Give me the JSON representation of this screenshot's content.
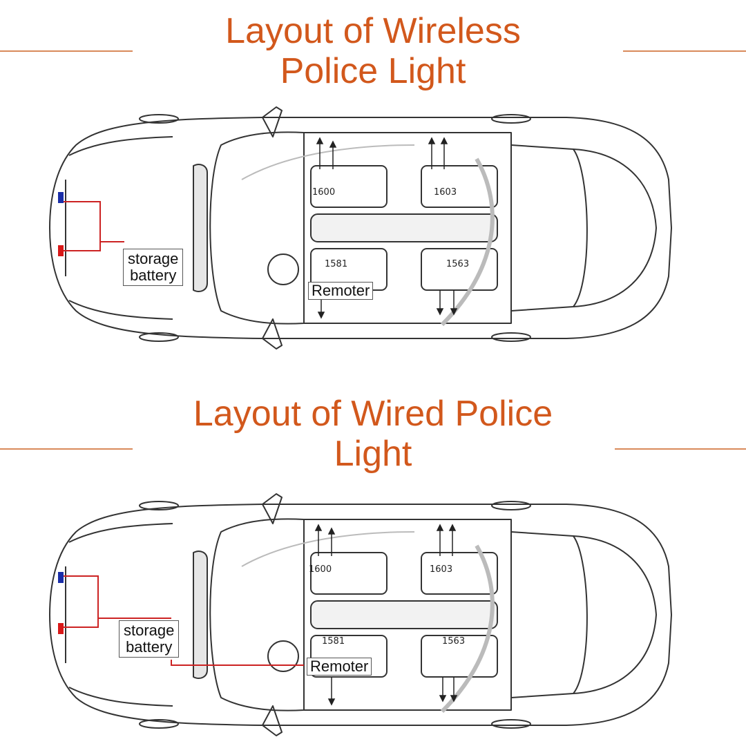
{
  "wireless": {
    "title_line1": "Layout of Wireless",
    "title_line2": "Police Light",
    "storage_line1": "storage",
    "storage_line2": "battery",
    "remoter": "Remoter",
    "seats": [
      "1600",
      "1603",
      "1581",
      "1563"
    ]
  },
  "wired": {
    "title_line1": "Layout of Wired Police",
    "title_line2": "Light",
    "storage_line1": "storage",
    "storage_line2": "battery",
    "remoter": "Remoter",
    "seats": [
      "1600",
      "1603",
      "1581",
      "1563"
    ]
  },
  "colors": {
    "title": "#d2581c",
    "rule": "#d9895a",
    "wire": "#cc2222",
    "light_blue": "#1a2ea8",
    "light_red": "#d81818",
    "car_line": "#333333"
  }
}
